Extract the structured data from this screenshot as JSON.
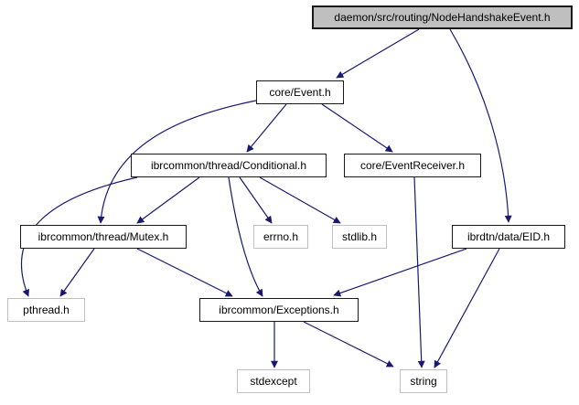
{
  "diagram": {
    "kind": "include-dependency-graph",
    "background_color": "#ffffff",
    "edge_color": "#191970",
    "root_fill_color": "#bfbfbf",
    "nodes": [
      {
        "id": "node-handshake-event",
        "label": "daemon/src/routing/NodeHandshakeEvent.h",
        "type": "root"
      },
      {
        "id": "core-event",
        "label": "core/Event.h",
        "type": "internal"
      },
      {
        "id": "conditional",
        "label": "ibrcommon/thread/Conditional.h",
        "type": "internal"
      },
      {
        "id": "event-receiver",
        "label": "core/EventReceiver.h",
        "type": "internal"
      },
      {
        "id": "mutex",
        "label": "ibrcommon/thread/Mutex.h",
        "type": "internal"
      },
      {
        "id": "errno",
        "label": "errno.h",
        "type": "external"
      },
      {
        "id": "stdlib",
        "label": "stdlib.h",
        "type": "external"
      },
      {
        "id": "eid",
        "label": "ibrdtn/data/EID.h",
        "type": "internal"
      },
      {
        "id": "pthread",
        "label": "pthread.h",
        "type": "external"
      },
      {
        "id": "exceptions",
        "label": "ibrcommon/Exceptions.h",
        "type": "internal"
      },
      {
        "id": "stdexcept",
        "label": "stdexcept",
        "type": "external"
      },
      {
        "id": "string",
        "label": "string",
        "type": "external"
      }
    ],
    "edges": [
      {
        "from": "node-handshake-event",
        "to": "core-event"
      },
      {
        "from": "node-handshake-event",
        "to": "eid"
      },
      {
        "from": "core-event",
        "to": "conditional"
      },
      {
        "from": "core-event",
        "to": "event-receiver"
      },
      {
        "from": "core-event",
        "to": "mutex"
      },
      {
        "from": "conditional",
        "to": "mutex"
      },
      {
        "from": "conditional",
        "to": "pthread"
      },
      {
        "from": "conditional",
        "to": "errno"
      },
      {
        "from": "conditional",
        "to": "stdlib"
      },
      {
        "from": "conditional",
        "to": "exceptions"
      },
      {
        "from": "mutex",
        "to": "pthread"
      },
      {
        "from": "mutex",
        "to": "exceptions"
      },
      {
        "from": "event-receiver",
        "to": "string"
      },
      {
        "from": "eid",
        "to": "exceptions"
      },
      {
        "from": "eid",
        "to": "string"
      },
      {
        "from": "exceptions",
        "to": "stdexcept"
      },
      {
        "from": "exceptions",
        "to": "string"
      }
    ]
  }
}
